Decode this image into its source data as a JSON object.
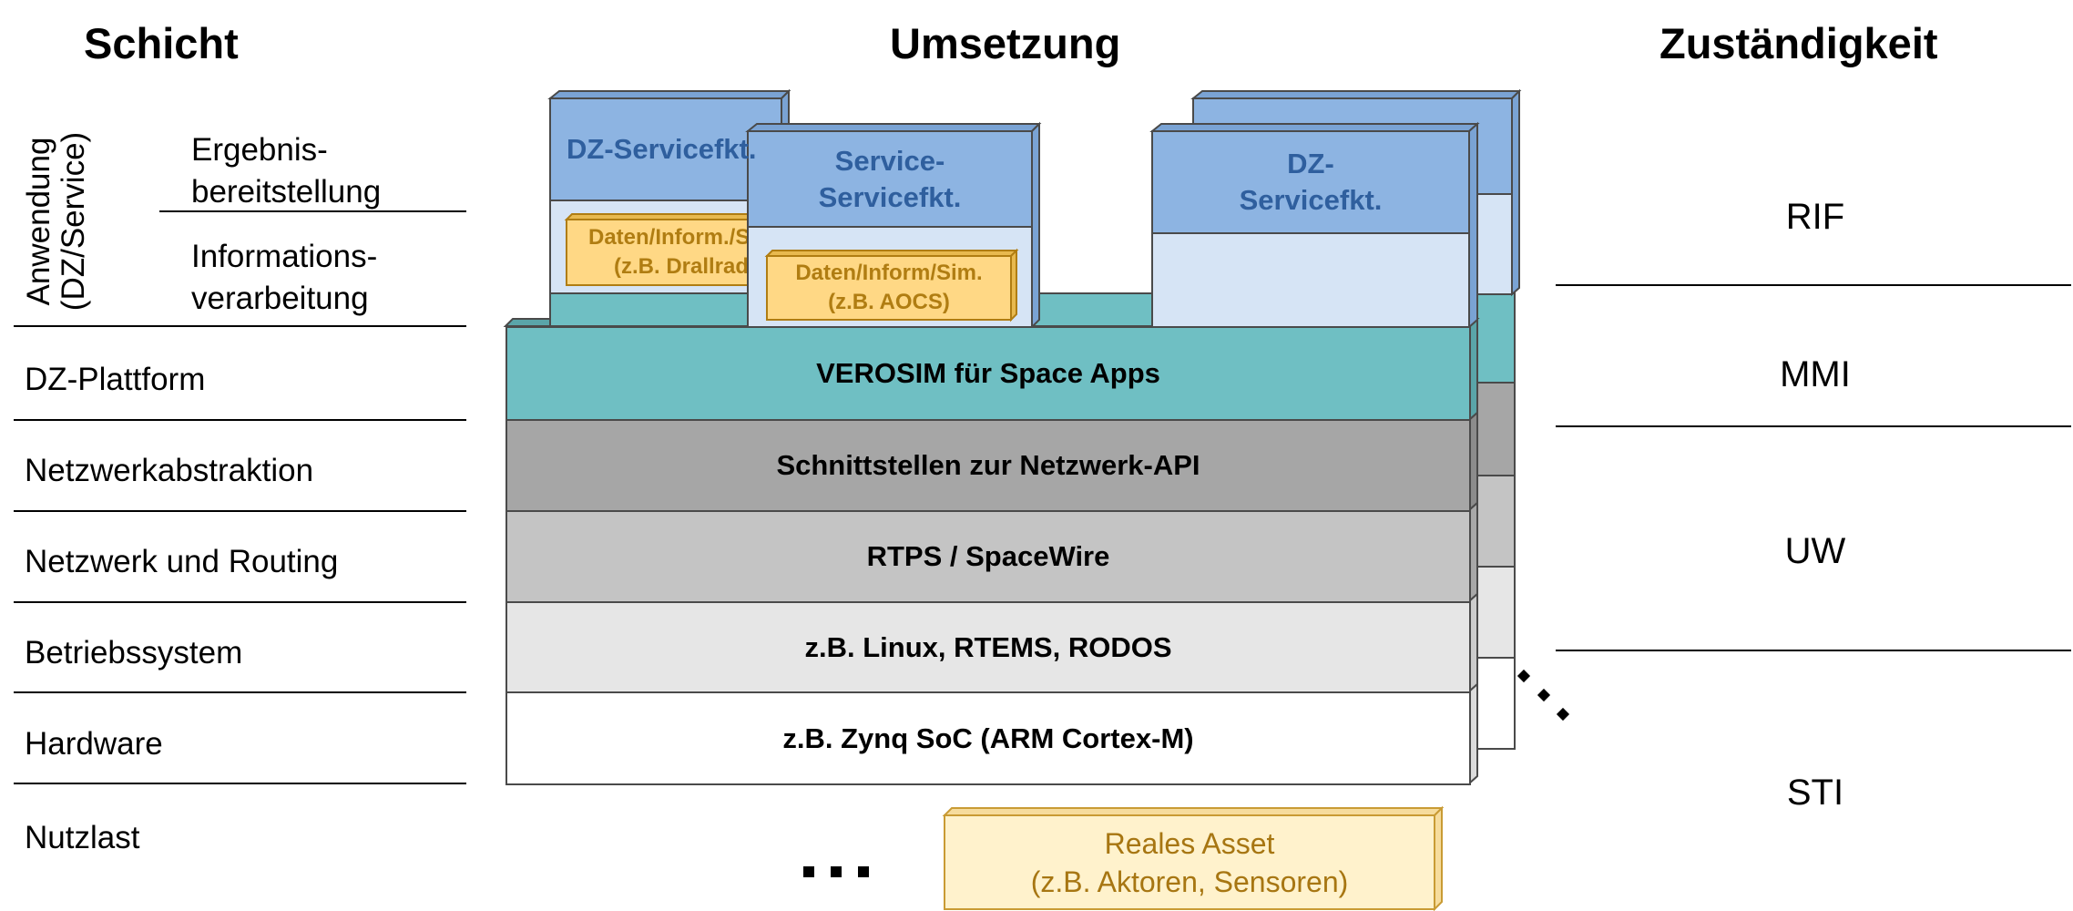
{
  "headers": {
    "schicht": "Schicht",
    "umsetzung": "Umsetzung",
    "zustaendigkeit": "Zuständigkeit"
  },
  "schicht": {
    "anwendung_rotated": [
      "Anwendung",
      "(DZ/Service)"
    ],
    "ergebnis": [
      "Ergebnis-",
      "bereitstellung"
    ],
    "informations": [
      "Informations-",
      "verarbeitung"
    ],
    "dz_plattform": "DZ-Plattform",
    "netzwerkabstraktion": "Netzwerkabstraktion",
    "netzwerk_routing": "Netzwerk und Routing",
    "betriebssystem": "Betriebssystem",
    "hardware": "Hardware",
    "nutzlast": "Nutzlast"
  },
  "umsetzung": {
    "verosim": "VEROSIM für Space Apps",
    "schnittstellen": "Schnittstellen zur Netzwerk-API",
    "rtps": "RTPS / SpaceWire",
    "linux": "z.B. Linux, RTEMS, RODOS",
    "zynq": "z.B. Zynq SoC (ARM Cortex-M)",
    "dz_servicefkt_1": "DZ-Servicefkt.",
    "daten_1": [
      "Daten/Inform./Sim.",
      "(z.B. Drallrad)"
    ],
    "service_servicefkt": [
      "Service-",
      "Servicefkt."
    ],
    "daten_2": [
      "Daten/Inform/Sim.",
      "(z.B. AOCS)"
    ],
    "dz_servicefkt_2": [
      "DZ-",
      "Servicefkt."
    ],
    "ellipsis": "...",
    "reales_asset": [
      "Reales Asset",
      "(z.B. Aktoren, Sensoren)"
    ]
  },
  "zustaendigkeit": {
    "rif": "RIF",
    "mmi": "MMI",
    "uw": "UW",
    "sti": "STI"
  },
  "colors": {
    "teal": "#6fbfc3",
    "dark_gray": "#a6a6a6",
    "mid_gray": "#c4c4c4",
    "light_gray": "#e6e6e6",
    "white": "#ffffff",
    "service_blue": "#8db4e2",
    "service_light": "#d6e4f5",
    "data_yellow": "#ffd885",
    "asset_yellow": "#fff2cc"
  }
}
